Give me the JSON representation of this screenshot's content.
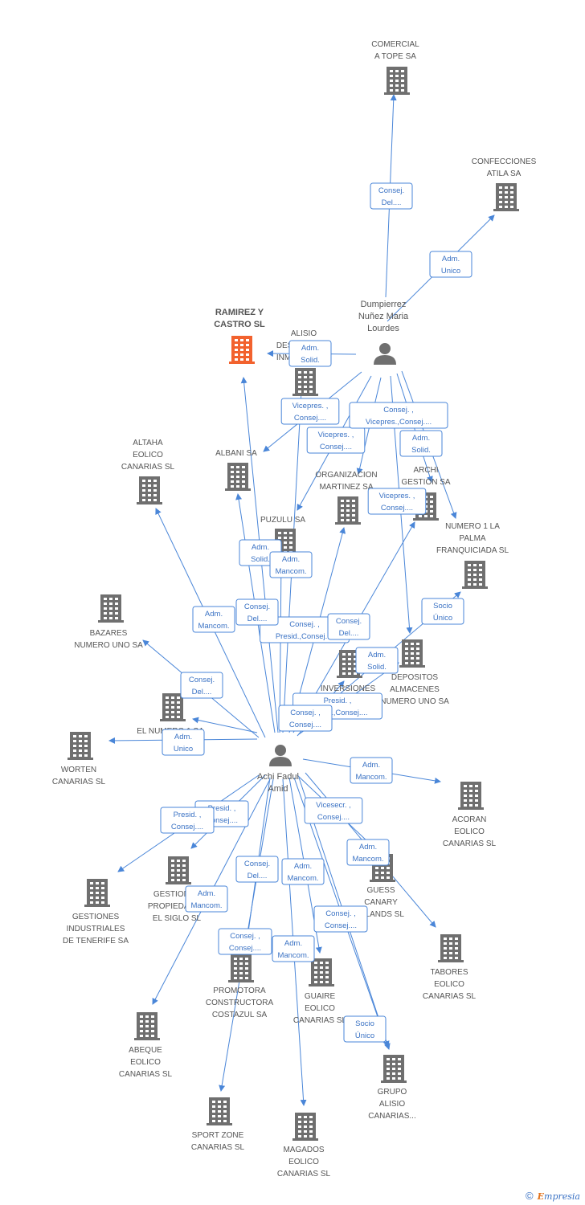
{
  "colors": {
    "edge": "#4a86d8",
    "building": "#6f6f6f",
    "building_main": "#f2622e",
    "person": "#6f6f6f",
    "label": "#555555"
  },
  "companies": [
    {
      "id": "comercial",
      "lines": [
        "COMERCIAL",
        "A TOPE SA"
      ]
    },
    {
      "id": "confecciones",
      "lines": [
        "CONFECCIONES",
        "ATILA SA"
      ]
    },
    {
      "id": "ramirez",
      "lines": [
        "RAMIREZ Y",
        "CASTRO SL"
      ],
      "main": true
    },
    {
      "id": "alisio",
      "lines": [
        "ALISIO",
        "DESARROLLO",
        "INMOBILIARIO"
      ]
    },
    {
      "id": "altaha",
      "lines": [
        "ALTAHA",
        "EOLICO",
        "CANARIAS  SL"
      ]
    },
    {
      "id": "albani",
      "lines": [
        "ALBANI SA"
      ]
    },
    {
      "id": "organizacion",
      "lines": [
        "ORGANIZACION",
        "MARTINEZ SA"
      ]
    },
    {
      "id": "archi",
      "lines": [
        "ARCHI",
        "GESTION SA"
      ]
    },
    {
      "id": "puzulu",
      "lines": [
        "PUZULU SA"
      ]
    },
    {
      "id": "numero1",
      "lines": [
        "NUMERO 1 LA",
        "PALMA",
        "FRANQUICIADA SL"
      ]
    },
    {
      "id": "bazares",
      "lines": [
        "BAZARES",
        "NUMERO UNO SA"
      ]
    },
    {
      "id": "depositos",
      "lines": [
        "DEPOSITOS",
        "ALMACENES",
        "NUMERO UNO SA"
      ]
    },
    {
      "id": "inversiones",
      "lines": [
        "INVERSIONES"
      ]
    },
    {
      "id": "elnumero",
      "lines": [
        "EL NUMERO 1 SA"
      ]
    },
    {
      "id": "worten",
      "lines": [
        "WORTEN",
        "CANARIAS SL"
      ]
    },
    {
      "id": "acoran",
      "lines": [
        "ACORAN",
        "EOLICO",
        "CANARIAS  SL"
      ]
    },
    {
      "id": "gestionesprop",
      "lines": [
        "GESTIONES",
        "PROPIEDADES",
        "EL SIGLO SL"
      ]
    },
    {
      "id": "gestionesind",
      "lines": [
        "GESTIONES",
        "INDUSTRIALES",
        "DE TENERIFE SA"
      ]
    },
    {
      "id": "guess",
      "lines": [
        "GUESS",
        "CANARY",
        "ISLANDS SL"
      ]
    },
    {
      "id": "tabores",
      "lines": [
        "TABORES",
        "EOLICO",
        "CANARIAS  SL"
      ]
    },
    {
      "id": "promotora",
      "lines": [
        "PROMOTORA",
        "CONSTRUCTORA",
        "COSTAZUL SA"
      ]
    },
    {
      "id": "guaire",
      "lines": [
        "GUAIRE",
        "EOLICO",
        "CANARIAS  SL"
      ]
    },
    {
      "id": "abeque",
      "lines": [
        "ABEQUE",
        "EOLICO",
        "CANARIAS  SL"
      ]
    },
    {
      "id": "grupo",
      "lines": [
        "GRUPO",
        "ALISIO",
        "CANARIAS..."
      ]
    },
    {
      "id": "sportzone",
      "lines": [
        "SPORT ZONE",
        "CANARIAS SL"
      ]
    },
    {
      "id": "magados",
      "lines": [
        "MAGADOS",
        "EOLICO",
        "CANARIAS  SL"
      ]
    }
  ],
  "persons": [
    {
      "id": "dumpierrez",
      "lines": [
        "Dumpierrez",
        "Nuñez Maria",
        "Lourdes"
      ]
    },
    {
      "id": "achi",
      "lines": [
        "Achi Fadul",
        "Amid"
      ]
    }
  ],
  "edges": [
    {
      "from": "dumpierrez",
      "to": "comercial",
      "lines": [
        "Consej.",
        "Del...."
      ]
    },
    {
      "from": "dumpierrez",
      "to": "confecciones",
      "lines": [
        "Adm.",
        "Unico"
      ]
    },
    {
      "from": "dumpierrez",
      "to": "alisio",
      "lines": [
        "Adm.",
        "Solid."
      ]
    },
    {
      "from": "dumpierrez",
      "to": "albani",
      "lines": [
        "Vicepres. ,",
        "Consej...."
      ]
    },
    {
      "from": "dumpierrez",
      "to": "puzulu",
      "lines": [
        "Vicepres. ,",
        "Consej...."
      ]
    },
    {
      "from": "dumpierrez",
      "to": "organizacion",
      "lines": [
        "Consej. ,",
        "Vicepres.,Consej...."
      ]
    },
    {
      "from": "dumpierrez",
      "to": "archi",
      "lines": [
        "Adm.",
        "Solid."
      ]
    },
    {
      "from": "dumpierrez",
      "to": "depositos",
      "lines": [
        "Vicepres. ,",
        "Consej...."
      ]
    },
    {
      "from": "dumpierrez",
      "to": "numero1",
      "lines": []
    },
    {
      "from": "achi",
      "to": "ramirez",
      "lines": []
    },
    {
      "from": "achi",
      "to": "alisio",
      "lines": [
        "Consej. ,",
        "Presid.,Consej...."
      ]
    },
    {
      "from": "achi",
      "to": "altaha",
      "lines": [
        "Adm.",
        "Mancom."
      ]
    },
    {
      "from": "achi",
      "to": "albani",
      "lines": [
        "Adm.",
        "Solid."
      ]
    },
    {
      "from": "achi",
      "to": "puzulu",
      "lines": [
        "Adm.",
        "Mancom."
      ]
    },
    {
      "from": "achi",
      "to": "organizacion",
      "lines": [
        "Consej.",
        "Del...."
      ]
    },
    {
      "from": "achi",
      "to": "archi",
      "lines": [
        "Consej.",
        "Del...."
      ]
    },
    {
      "from": "achi",
      "to": "numero1",
      "lines": [
        "Socio",
        "Único"
      ]
    },
    {
      "from": "achi",
      "to": "bazares",
      "lines": [
        "Consej.",
        "Del...."
      ]
    },
    {
      "from": "achi",
      "to": "depositos",
      "lines": [
        "Adm.",
        "Solid."
      ]
    },
    {
      "from": "achi",
      "to": "inversiones",
      "lines": [
        "Presid. ,",
        "Consej.,Consej...."
      ]
    },
    {
      "from": "achi",
      "to": "elnumero",
      "lines": [
        "Consej. ,",
        "Consej...."
      ]
    },
    {
      "from": "achi",
      "to": "worten",
      "lines": [
        "Adm.",
        "Unico"
      ]
    },
    {
      "from": "achi",
      "to": "acoran",
      "lines": [
        "Adm.",
        "Mancom."
      ]
    },
    {
      "from": "achi",
      "to": "gestionesprop",
      "lines": [
        "Presid. ,",
        "Consej...."
      ]
    },
    {
      "from": "achi",
      "to": "gestionesind",
      "lines": [
        "Presid. ,",
        "Consej...."
      ]
    },
    {
      "from": "achi",
      "to": "guess",
      "lines": [
        "Vicesecr. ,",
        "Consej...."
      ]
    },
    {
      "from": "achi",
      "to": "tabores",
      "lines": [
        "Adm.",
        "Mancom."
      ]
    },
    {
      "from": "achi",
      "to": "promotora",
      "lines": [
        "Consej.",
        "Del...."
      ]
    },
    {
      "from": "achi",
      "to": "guaire",
      "lines": [
        "Adm.",
        "Mancom."
      ]
    },
    {
      "from": "achi",
      "to": "abeque",
      "lines": [
        "Adm.",
        "Mancom."
      ]
    },
    {
      "from": "achi",
      "to": "grupo",
      "lines": [
        "Consej. ,",
        "Consej...."
      ]
    },
    {
      "from": "achi",
      "to": "sportzone",
      "lines": [
        "Consej. ,",
        "Consej...."
      ]
    },
    {
      "from": "achi",
      "to": "magados",
      "lines": [
        "Adm.",
        "Mancom."
      ]
    },
    {
      "from": "achi",
      "to": "grupo2",
      "lines": [
        "Socio",
        "Único"
      ]
    }
  ],
  "footer": {
    "copyright": "©",
    "brand_first": "E",
    "brand_rest": "mpresia"
  }
}
